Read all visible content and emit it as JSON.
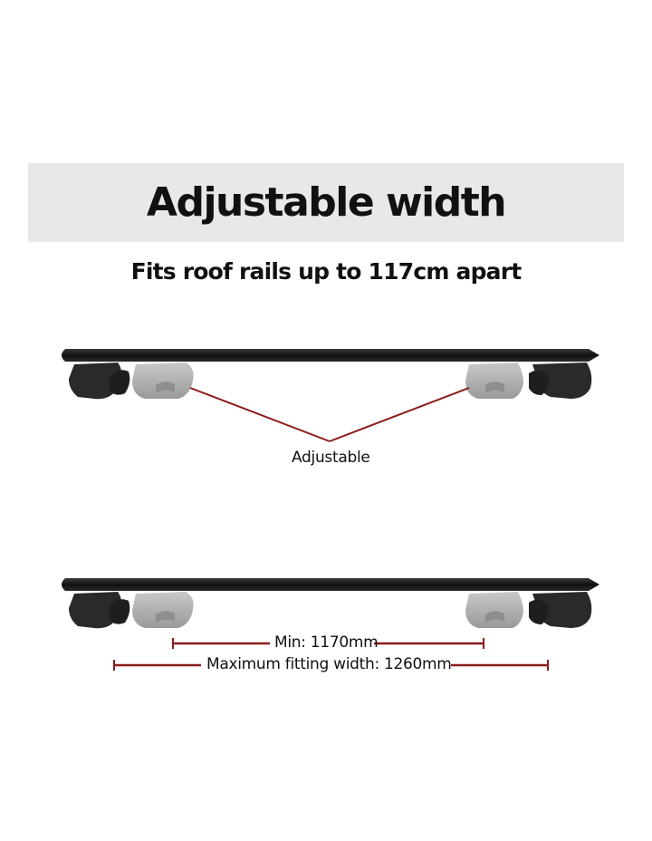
{
  "heading": {
    "title": "Adjustable width"
  },
  "subheading": {
    "text": "Fits roof rails up to 117cm apart"
  },
  "diagram_top": {
    "label": "Adjustable"
  },
  "diagram_bottom": {
    "min_label": "Min: 1170mm",
    "max_label": "Maximum fitting width: 1260mm"
  },
  "colors": {
    "bar": "#1a1a1a",
    "foot_dark": "#2a2a2a",
    "foot_light": "#b5b5b5",
    "accent_red": "#8b1a1a",
    "title_band": "#e8e8e8"
  },
  "icons": [
    "roof-rack-bar-icon",
    "mount-foot-icon"
  ]
}
